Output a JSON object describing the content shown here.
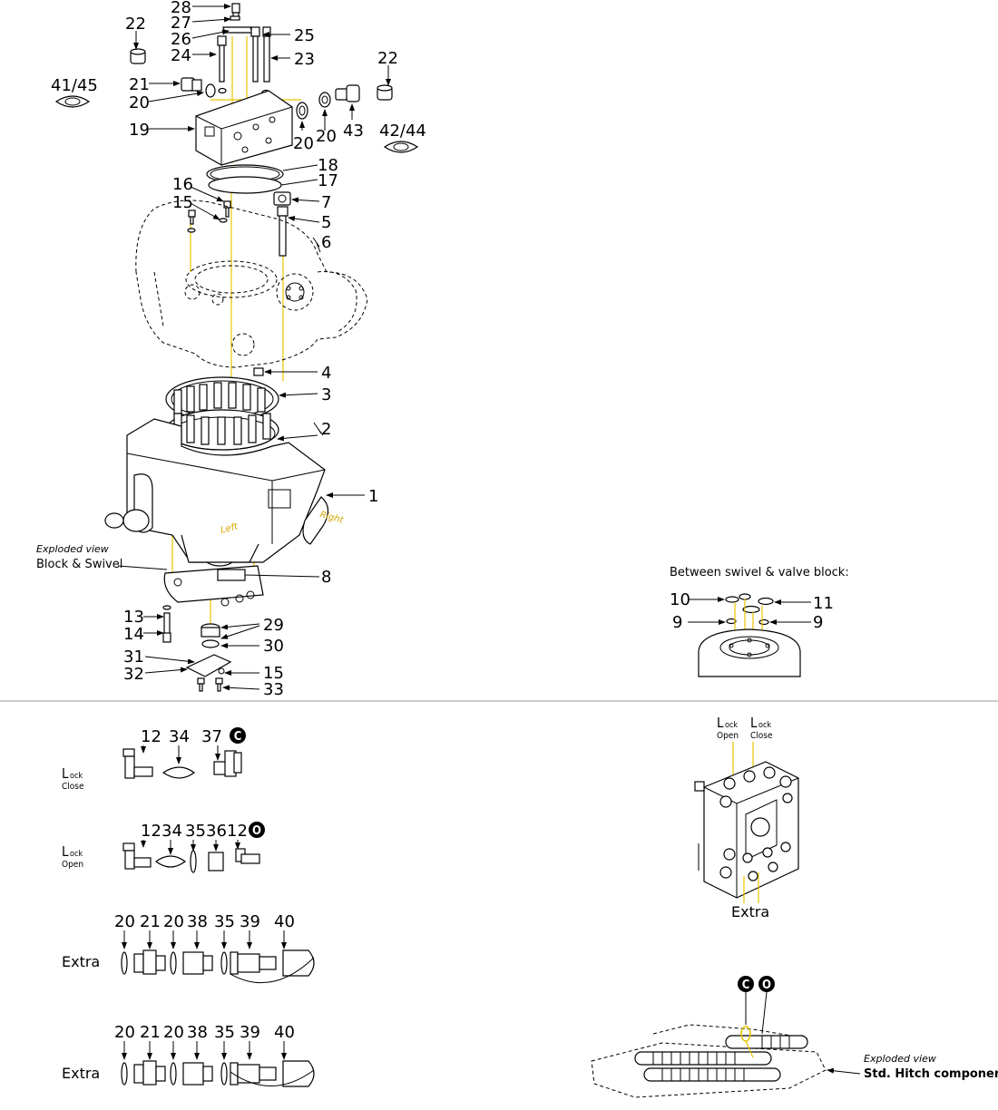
{
  "callouts": {
    "c28": "28",
    "c27": "27",
    "c26": "26",
    "c24": "24",
    "c25": "25",
    "c23": "23",
    "c22a": "22",
    "c22b": "22",
    "c21": "21",
    "c20a": "20",
    "c20b": "20",
    "c20c": "20",
    "c43": "43",
    "c19": "19",
    "c41_45": "41/45",
    "c42_44": "42/44",
    "c18": "18",
    "c17": "17",
    "c16": "16",
    "c15a": "15",
    "c7": "7",
    "c5": "5",
    "c6": "6",
    "c4": "4",
    "c3": "3",
    "c2": "2",
    "c1": "1",
    "c8": "8",
    "c13": "13",
    "c14": "14",
    "c29": "29",
    "c30": "30",
    "c31": "31",
    "c32": "32",
    "c15b": "15",
    "c33": "33",
    "c10": "10",
    "c11": "11",
    "c9a": "9",
    "c9b": "9"
  },
  "labels": {
    "exploded_view_1": "Exploded view",
    "block_swivel": "Block & Swivel",
    "left": "Left",
    "right": "Right",
    "between": "Between swivel & valve block:",
    "exploded_view_2": "Exploded view",
    "std_hitch": "Std. Hitch components",
    "extra_right": "Extra",
    "lock_open_r_L": "L",
    "lock_open_r_ock": "ock",
    "lock_open_r_open": "Open",
    "lock_close_r_L": "L",
    "lock_close_r_ock": "ock",
    "lock_close_r_close": "Close"
  },
  "kit_rows": [
    {
      "name_big": "L",
      "name_small": "ock",
      "name_sub": "Close",
      "parts": [
        "12",
        "34",
        "37"
      ],
      "badge": "C"
    },
    {
      "name_big": "L",
      "name_small": "ock",
      "name_sub": "Open",
      "parts": [
        "12",
        "34",
        "35",
        "36",
        "12"
      ],
      "badge": "O"
    },
    {
      "name": "Extra",
      "parts": [
        "20",
        "21",
        "20",
        "38",
        "35",
        "39",
        "40"
      ]
    },
    {
      "name": "Extra",
      "parts": [
        "20",
        "21",
        "20",
        "38",
        "35",
        "39",
        "40"
      ]
    }
  ],
  "badges": {
    "close": "C",
    "open": "O"
  },
  "colors": {
    "leader_yellow": "#e8c400",
    "divider": "#999999"
  }
}
